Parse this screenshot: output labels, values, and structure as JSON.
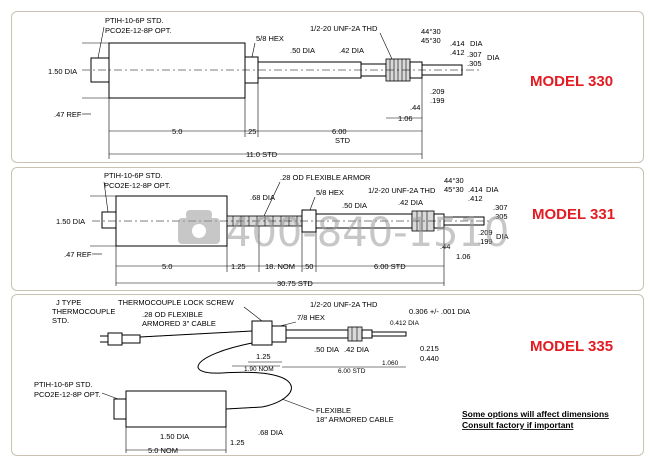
{
  "colors": {
    "model_title": "#e31b23",
    "panel_border": "#c9c3b2",
    "watermark": "#9b9b9b"
  },
  "watermark": {
    "text": "400-840-1510",
    "icon": "telephone-icon"
  },
  "model_330": {
    "title": "MODEL 330",
    "connector": [
      "PTIH-10-6P STD.",
      "PCO2E-12-8P OPT."
    ],
    "hex": "5/8 HEX",
    "thread": "1/2-20 UNF-2A THD",
    "dia_150": "1.50 DIA",
    "dia_050": ".50 DIA",
    "dia_042": ".42 DIA",
    "angle_44": "44°30",
    "angle_45": "45°30",
    "dia_414": ".414",
    "dia_412": ".412",
    "dia_label": "DIA",
    "dia_307": ".307",
    "dia_305": ".305",
    "dim_209": ".209",
    "dim_199": ".199",
    "dim_044": ".44",
    "dim_106": "1.06",
    "ref_047": ".47 REF",
    "dim_50": "5.0",
    "dim_25": ".25",
    "dim_600": "6.00",
    "std": "STD",
    "total": "11.0 STD"
  },
  "model_331": {
    "title": "MODEL 331",
    "connector": [
      "PTIH-10-6P STD.",
      "PCO2E-12-8P OPT."
    ],
    "armor": ".28 OD FLEXIBLE ARMOR",
    "hex": "5/8 HEX",
    "thread": "1/2-20 UNF-2A THD",
    "dia_068": ".68 DIA",
    "dia_150": "1.50 DIA",
    "dia_050": ".50 DIA",
    "dia_042": ".42 DIA",
    "angle_44": "44°30",
    "angle_45": "45°30",
    "dia_414": ".414",
    "dia_412": ".412",
    "dia_label": "DIA",
    "dia_307": ".307",
    "dia_305": ".305",
    "dim_209": ".209",
    "dim_199": ".199",
    "dim_044": ".44",
    "dim_106": "1.06",
    "ref_047": ".47 REF",
    "dim_50": "5.0",
    "dim_125": "1.25",
    "dim_18": "18. NOM",
    "dim_050": ".50",
    "dim_600": "6.00 STD",
    "total": "30.75 STD"
  },
  "model_335": {
    "title": "MODEL 335",
    "jtype": [
      "J TYPE",
      "THERMOCOUPLE",
      "STD."
    ],
    "lock_screw": "THERMOCOUPLE LOCK SCREW",
    "armored": [
      ".28 OD FLEXIBLE",
      "ARMORED 3\" CABLE"
    ],
    "hex": "7/8 HEX",
    "thread": "1/2-20 UNF-2A THD",
    "dia_306": "0.306 +/- .001 DIA",
    "dia_412": "0.412 DIA",
    "dia_050": ".50 DIA",
    "dia_042": ".42 DIA",
    "dim_125": "1.25",
    "dim_190": "1.90 NOM",
    "dim_600": "6.00 STD",
    "dim_1060": "1.060",
    "dim_0215": "0.215",
    "dim_0440": "0.440",
    "connector": [
      "PTIH-10-6P STD.",
      "PCO2E-12-8P OPT."
    ],
    "flexible": [
      "FLEXIBLE",
      "18\" ARMORED CABLE"
    ],
    "dia_150": "1.50 DIA",
    "dim_125b": "1.25",
    "dia_068": ".68 DIA",
    "dim_50": "5.0 NOM",
    "note": [
      "Some options will affect dimensions",
      "Consult factory if important"
    ]
  }
}
